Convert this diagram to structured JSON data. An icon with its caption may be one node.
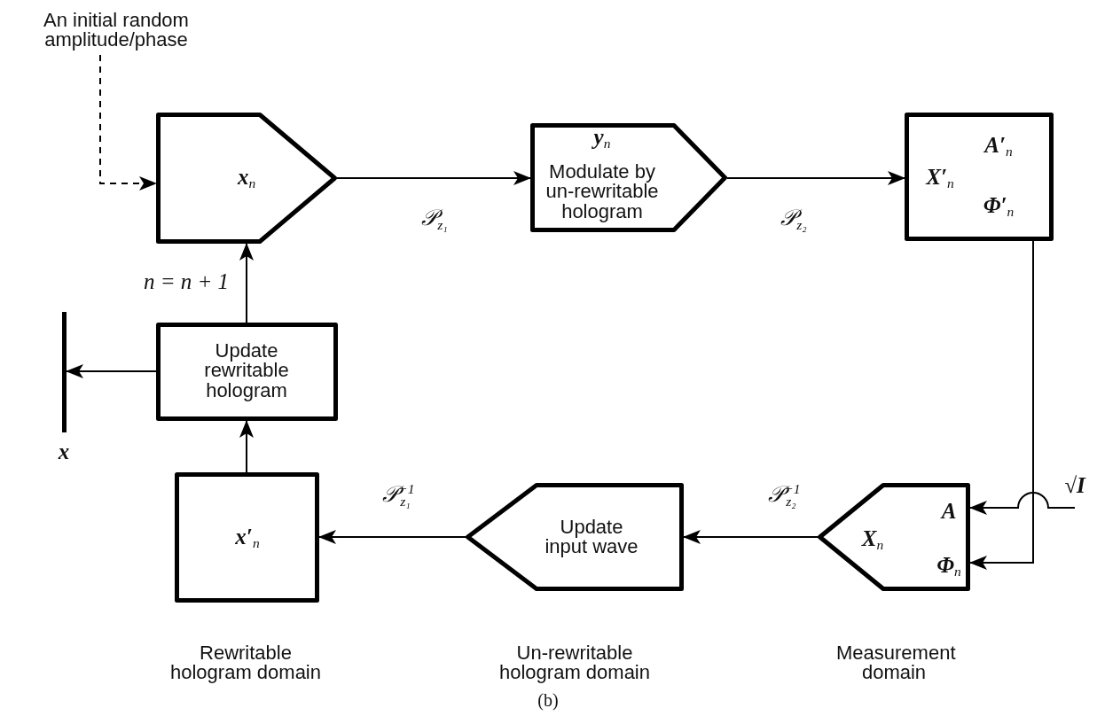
{
  "diagram": {
    "caption": "(b)",
    "nodes": [
      {
        "text": [
          "An initial random amplitude/phase"
        ]
      },
      {
        "text": [
          "x$_{n}$"
        ]
      },
      {
        "text": [
          "y$_{n}$",
          "Modulate by un-rewritable hologram"
        ]
      },
      {
        "text": [
          "X′$_{n}$",
          "A′$_{n}$",
          "Φ′$_{n}$"
        ]
      },
      {
        "text": [
          "X$_{n}$",
          "A",
          "Φ$_{n}$"
        ],
        "beside": [
          "Measurement domain"
        ]
      },
      {
        "text": [
          "Update input wave"
        ],
        "beside": [
          "Un-rewritable hologram domain"
        ]
      },
      {
        "text": [
          "x′$_{n}$"
        ],
        "beside": [
          "Rewritable hologram domain"
        ]
      },
      {
        "text": [
          "Update rewritable hologram"
        ]
      },
      {
        "text": [],
        "shape": "bar",
        "beside": [
          "x"
        ]
      }
    ],
    "edges": [
      {
        "from": 0,
        "to": 1,
        "arrow": "to",
        "style": "dashed"
      },
      {
        "from": 1,
        "to": 2,
        "arrow": "to",
        "label": "𝒫$_{z₁}$"
      },
      {
        "from": 2,
        "to": 3,
        "arrow": "to",
        "label": "𝒫$_{z₂}$"
      },
      {
        "from": 3,
        "to": 4,
        "arrow": "to"
      },
      {
        "from": null,
        "to": 4,
        "arrow": "to",
        "label": "√I"
      },
      {
        "from": 4,
        "to": 5,
        "arrow": "to",
        "label": "𝒫$^{−1}$$_{z₂}$"
      },
      {
        "from": 5,
        "to": 6,
        "arrow": "to",
        "label": "𝒫$^{−1}$$_{z₁}$"
      },
      {
        "from": 6,
        "to": 7,
        "arrow": "to"
      },
      {
        "from": 7,
        "to": 1,
        "arrow": "to",
        "label": "n = n + 1"
      },
      {
        "from": 7,
        "to": 8,
        "arrow": "to"
      }
    ]
  }
}
